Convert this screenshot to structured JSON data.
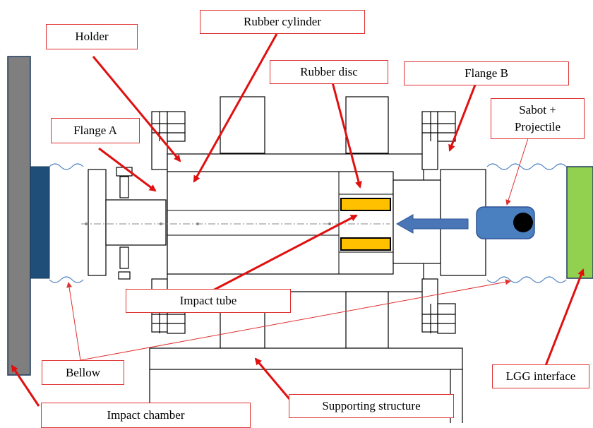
{
  "labels": {
    "holder": "Holder",
    "rubber_cylinder": "Rubber cylinder",
    "rubber_disc": "Rubber disc",
    "flange_b": "Flange B",
    "flange_a": "Flange A",
    "sabot_line1": "Sabot +",
    "sabot_line2": "Projectile",
    "impact_tube": "Impact tube",
    "bellow": "Bellow",
    "lgg_interface": "LGG interface",
    "impact_chamber": "Impact chamber",
    "supporting_structure": "Supporting structure"
  },
  "colors": {
    "label_border": "#e03030",
    "arrow_red": "#e01010",
    "impact_chamber_wall": "#7f7f7f",
    "chamber_plate": "#1f4e79",
    "lgg_interface": "#92d050",
    "rubber_disc": "#ffc000",
    "sabot": "#4a7fc0",
    "projectile": "#000000",
    "motion_arrow": "#4a76b8",
    "bellow_wave": "#4a7fc0"
  }
}
